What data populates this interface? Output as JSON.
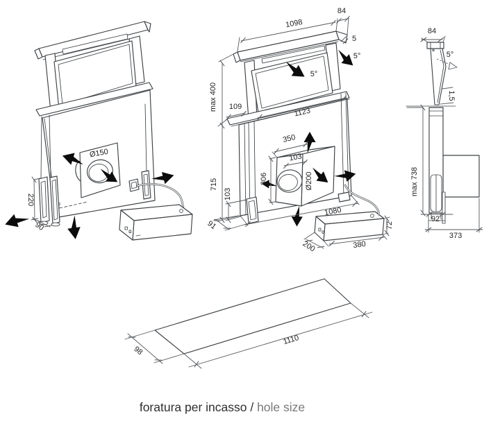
{
  "page": {
    "background": "#ffffff",
    "caption": {
      "italian": "foratura per incasso / ",
      "english": "hole size"
    }
  },
  "colors": {
    "line": "#3c4043",
    "dimension": "#55595d",
    "arrow": "#0c0c0c",
    "text": "#1f1f1f",
    "caption_gray": "#77797b"
  },
  "icons": {
    "solid_arrow": "filled airflow direction arrow",
    "open_arrow": "open tilt-direction arrowhead on dotted arc"
  },
  "views": {
    "perspective": {
      "labels": {
        "duct_diameter": "Ø150",
        "riser_height": "220",
        "riser_depth": "90"
      }
    },
    "front": {
      "labels": {
        "top_width": "1098",
        "top_depth": "84",
        "lip_gap": "5",
        "visor_tilt": "5°",
        "panel_tilt": "5°",
        "max_rise": "max 400",
        "flange_offset": "109",
        "frame_width": "1123",
        "blower_width": "350",
        "collar_offset": "103",
        "blower_height": "306",
        "outlet_diameter": "Ø200",
        "body_height": "715",
        "foot_height": "103",
        "base_offset": "91",
        "base_width": "1080",
        "control_box_height": "72",
        "control_box_depth": "200",
        "control_box_width": "380"
      }
    },
    "side": {
      "labels": {
        "top_depth": "84",
        "tilt": "5°",
        "gap": "1,5",
        "max_height": "max 738",
        "body_depth": "92",
        "total_depth": "373"
      }
    },
    "hole": {
      "labels": {
        "length": "1110",
        "depth": "98"
      }
    }
  }
}
